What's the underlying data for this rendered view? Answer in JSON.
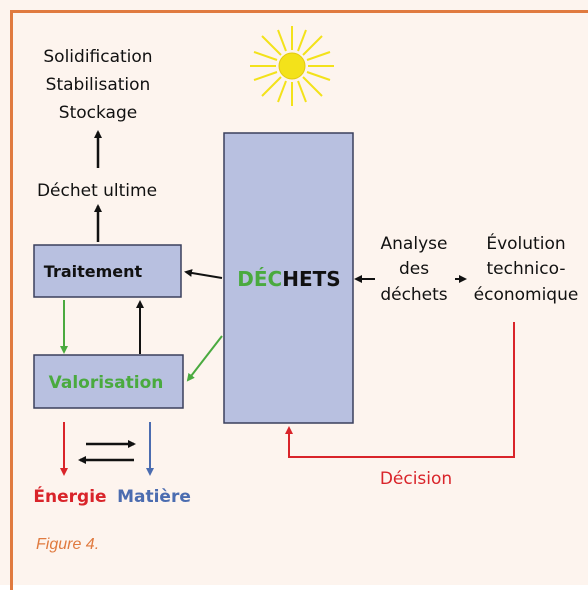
{
  "colors": {
    "background": "#fdf4ee",
    "frame": "#e07a3f",
    "box_fill": "#b8c0e0",
    "box_stroke": "#3a3f5c",
    "green": "#4aaa3f",
    "red": "#d9242a",
    "blue": "#4b6cb0",
    "black": "#111111",
    "sun": "#f3e21a"
  },
  "icons": {
    "sun": "sun-icon"
  },
  "top_outputs": [
    "Solidification",
    "Stabilisation",
    "Stockage"
  ],
  "dechet_ultime": "Déchet ultime",
  "traitement": "Traitement",
  "valorisation": "Valorisation",
  "dechets": {
    "green_part": "DÉC",
    "black_part": "HETS"
  },
  "analyse": [
    "Analyse",
    "des",
    "déchets"
  ],
  "evolution": [
    "Évolution",
    "technico-",
    "économique"
  ],
  "decision": "Décision",
  "energie": "Énergie",
  "matiere": "Matière",
  "caption": "Figure 4."
}
